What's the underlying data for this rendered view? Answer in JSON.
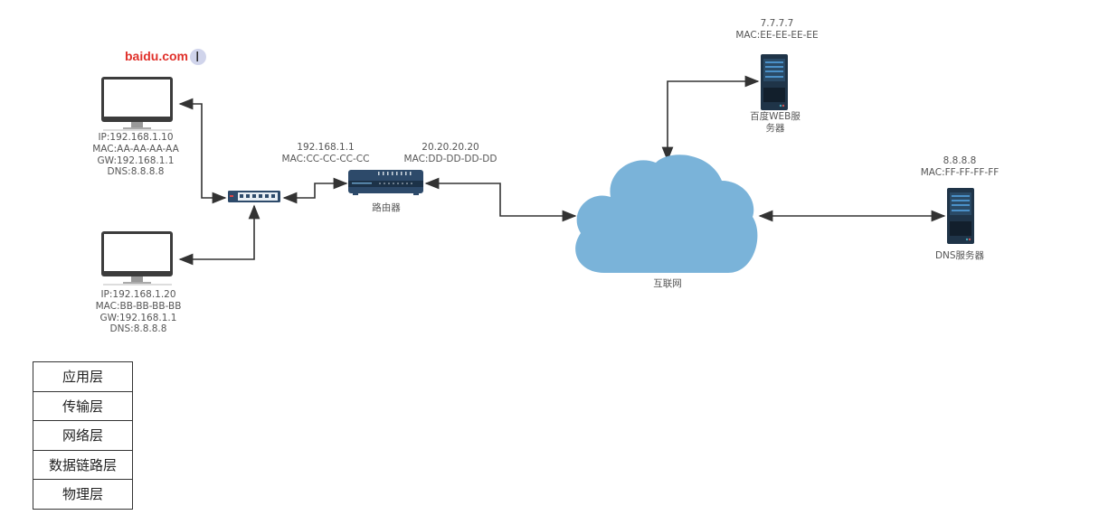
{
  "url_text": "baidu.com",
  "pc1": {
    "lines": [
      "IP:192.168.1.10",
      "MAC:AA-AA-AA-AA",
      "GW:192.168.1.1",
      "DNS:8.8.8.8"
    ]
  },
  "pc2": {
    "lines": [
      "IP:192.168.1.20",
      "MAC:BB-BB-BB-BB",
      "GW:192.168.1.1",
      "DNS:8.8.8.8"
    ]
  },
  "router": {
    "label": "路由器",
    "lan": {
      "ip": "192.168.1.1",
      "mac": "MAC:CC-CC-CC-CC"
    },
    "wan": {
      "ip": "20.20.20.20",
      "mac": "MAC:DD-DD-DD-DD"
    }
  },
  "internet": {
    "label": "互联网",
    "color": "#7ab3d9"
  },
  "web_server": {
    "ip": "7.7.7.7",
    "mac": "MAC:EE-EE-EE-EE",
    "label_1": "百度WEB服",
    "label_2": "务器"
  },
  "dns_server": {
    "ip": "8.8.8.8",
    "mac": "MAC:FF-FF-FF-FF",
    "label": "DNS服务器"
  },
  "layers": [
    "应用层",
    "传输层",
    "网络层",
    "数据链路层",
    "物理层"
  ]
}
